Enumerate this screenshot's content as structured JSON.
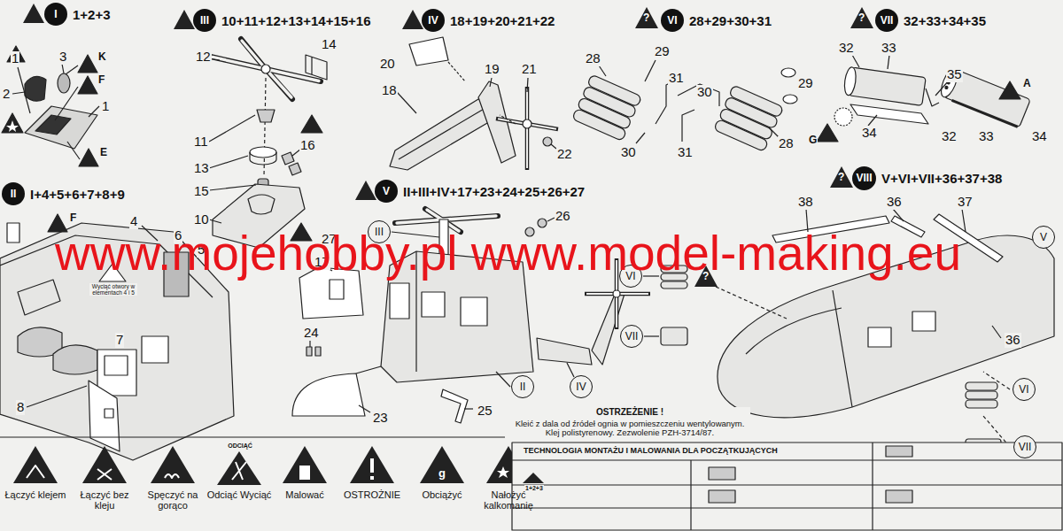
{
  "diagram": {
    "nodes": [
      {
        "text": [
          "I",
          "1+2+3"
        ]
      },
      {
        "text": [
          "III",
          "10+11+12+13+14+15+16"
        ]
      },
      {
        "text": [
          "IV",
          "18+19+20+21+22"
        ]
      },
      {
        "text": [
          "VI",
          "28+29+30+31"
        ]
      },
      {
        "text": [
          "VII",
          "32+33+34+35"
        ]
      },
      {
        "text": [
          "II",
          "I+4+5+6+7+8+9"
        ]
      },
      {
        "text": [
          "V",
          "II+III+IV+17+23+24+25+26+27"
        ]
      },
      {
        "text": [
          "VIII",
          "V+VI+VII+36+37+38"
        ]
      },
      {
        "text": [
          "III"
        ]
      },
      {
        "text": [
          "VI"
        ]
      },
      {
        "text": [
          "VII"
        ]
      },
      {
        "text": [
          "II"
        ]
      },
      {
        "text": [
          "IV"
        ]
      },
      {
        "text": [
          "V"
        ]
      },
      {
        "text": [
          "VI"
        ]
      },
      {
        "text": [
          "VII"
        ]
      }
    ],
    "labels": [
      "1",
      "3",
      "K",
      "F",
      "2",
      "1",
      "E",
      "F",
      "4",
      "6",
      "5",
      "7",
      "8",
      "Wyciąć otwory w elementach 4 i 5",
      "12",
      "14",
      "11",
      "13",
      "15",
      "16",
      "10",
      "20",
      "19",
      "21",
      "18",
      "22",
      "28",
      "29",
      "31",
      "30",
      "29",
      "28",
      "30",
      "31",
      "32",
      "33",
      "35",
      "A",
      "34",
      "32",
      "33",
      "34",
      "G",
      "26",
      "27",
      "17",
      "24",
      "23",
      "25",
      "38",
      "36",
      "37",
      "36",
      "?",
      "?",
      "?",
      "?",
      "ODCIĄĆ",
      "g",
      "www.mojehobby.pl www.model-making.eu",
      "OSTRZEŻENIE !",
      "Kleić z dala od źródeł ognia w pomieszczeniu wentylowanym. Klej polistyrenowy. Zezwolenie PZH-3714/87.",
      "TECHNOLOGIA MONTAŻU I MALOWANIA DLA POCZĄTKUJĄCYCH",
      "1+2+3"
    ],
    "legend": [
      {
        "text": "Łączyć klejem"
      },
      {
        "text": "Łączyć bez kleju"
      },
      {
        "text": "Spęczyć na gorąco"
      },
      {
        "text": "Odciąć Wyciąć"
      },
      {
        "text": "Malować"
      },
      {
        "text": "OSTROŻNIE"
      },
      {
        "text": "Obciążyć"
      },
      {
        "text": "Nałożyć kalkomanię"
      }
    ]
  }
}
